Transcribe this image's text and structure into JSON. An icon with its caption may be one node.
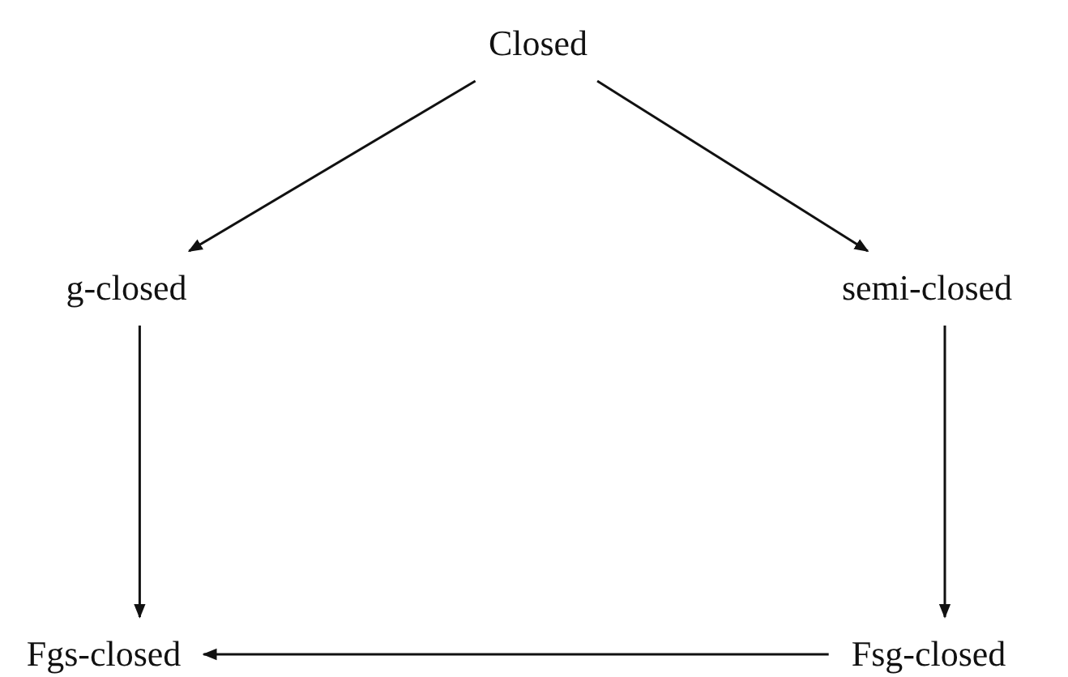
{
  "diagram": {
    "nodes": [
      {
        "text": [
          "Closed"
        ]
      },
      {
        "text": [
          "g-closed"
        ]
      },
      {
        "text": [
          "semi-closed"
        ]
      },
      {
        "text": [
          "Fgs-closed"
        ]
      },
      {
        "text": [
          "Fsg-closed"
        ]
      }
    ],
    "edges": [
      {
        "from": 0,
        "to": 1,
        "arrow": "to"
      },
      {
        "from": 0,
        "to": 2,
        "arrow": "to"
      },
      {
        "from": 1,
        "to": 3,
        "arrow": "to"
      },
      {
        "from": 2,
        "to": 4,
        "arrow": "to"
      },
      {
        "from": 4,
        "to": 3,
        "arrow": "to"
      }
    ]
  }
}
